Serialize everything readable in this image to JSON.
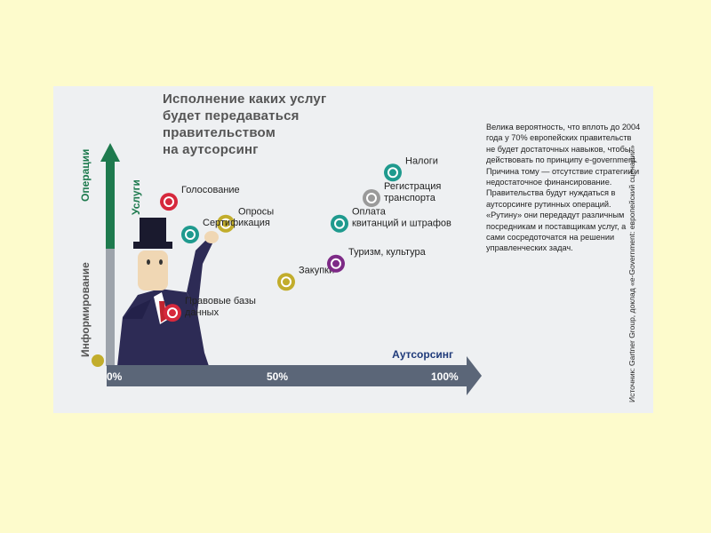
{
  "title_lines": [
    "Исполнение каких услуг",
    "будет передаваться",
    "правительством",
    "на аутсорсинг"
  ],
  "note": "Велика вероятность, что вплоть до 2004 года у 70% европейских правительств не будет достаточных навыков, чтобы действовать по принципу e-government. Причина тому — отсутствие стратегии и недостаточное финансирование. Правительства будут нуждаться в аутсорсинге рутинных операций. «Рутину» они передадут различным посредникам и поставщикам услуг, а сами сосредоточатся на решении управленческих задач.",
  "source": "Источник: Gartner Group, доклад «e-Government: европейский сценарий»",
  "colors": {
    "background": "#fdfbcc",
    "card": "#eef0f2",
    "green_axis": "#1e7a4e",
    "x_axis": "#5b6678",
    "red": "#d6283c",
    "teal": "#1f9a8e",
    "olive": "#c2ad2c",
    "purple": "#7d2a86",
    "gray": "#9a9a9a"
  },
  "chart_data": {
    "type": "scatter",
    "x_axis": {
      "label": "Аутсорсинг",
      "ticks": [
        "0%",
        "50%",
        "100%"
      ],
      "range": [
        0,
        100
      ]
    },
    "y_axis": {
      "upper_label": "Услуги",
      "left_labels": [
        "Операции",
        "Информирование"
      ]
    },
    "points": [
      {
        "label": "Голосование",
        "x": 15,
        "y": 78,
        "color": "red"
      },
      {
        "label": "Опросы",
        "x": 31,
        "y": 66,
        "color": "olive"
      },
      {
        "label": "Сертификация",
        "x": 21,
        "y": 60,
        "color": "teal"
      },
      {
        "label": "Закупки",
        "x": 48,
        "y": 34,
        "color": "olive"
      },
      {
        "label": "Правовые базы данных",
        "x": 16,
        "y": 17,
        "color": "red"
      },
      {
        "label": "Налоги",
        "x": 78,
        "y": 94,
        "color": "teal"
      },
      {
        "label": "Регистрация транспорта",
        "x": 72,
        "y": 80,
        "color": "gray"
      },
      {
        "label": "Оплата квитанций и штрафов",
        "x": 63,
        "y": 66,
        "color": "teal"
      },
      {
        "label": "Туризм, культура",
        "x": 62,
        "y": 44,
        "color": "purple"
      }
    ]
  }
}
